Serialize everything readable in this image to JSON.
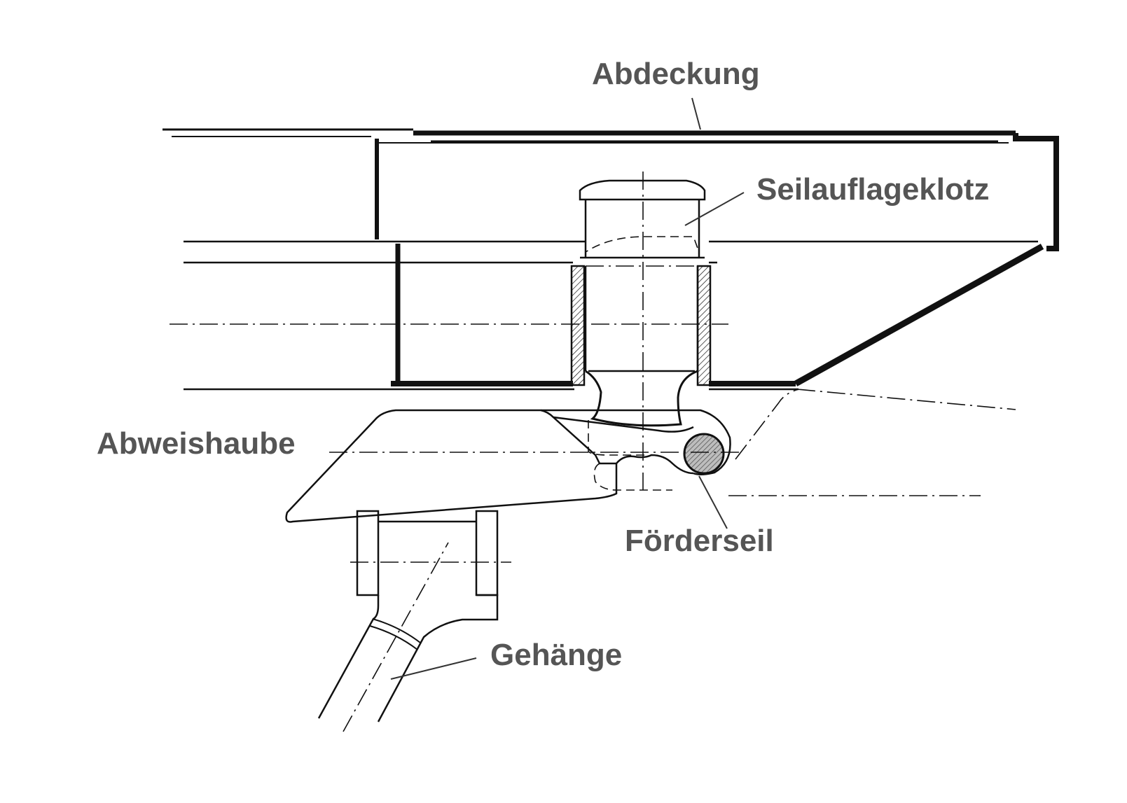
{
  "labels": {
    "abdeckung": "Abdeckung",
    "seilauflageklotz": "Seilauflageklotz",
    "abweishaube": "Abweishaube",
    "foerderseil": "Förderseil",
    "gehaenge": "Gehänge"
  },
  "colors": {
    "ink": "#111111",
    "label": "#555555",
    "rope_fill": "#bdbdbd",
    "background": "#ffffff"
  }
}
